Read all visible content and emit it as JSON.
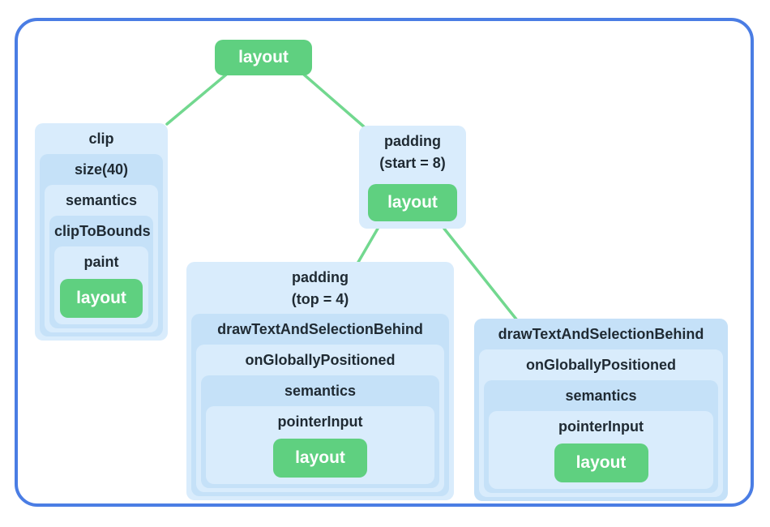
{
  "colors": {
    "frame_blue": "#4a7de4",
    "node_blue_light": "#d9ecfc",
    "node_blue_mid": "#c5e1f8",
    "node_green": "#5fd080",
    "edge_green": "#72d88f",
    "text_dark": "#1f2a33",
    "text_on_green": "#ffffff"
  },
  "root_node": {
    "label": "layout"
  },
  "clip_chain": {
    "levels": [
      "clip",
      "size(40)",
      "semantics",
      "clipToBounds",
      "paint"
    ],
    "leaf": "layout"
  },
  "padding_start_node": {
    "title_line1": "padding",
    "title_line2": "(start = 8)",
    "leaf": "layout"
  },
  "padding_top_chain": {
    "title_line1": "padding",
    "title_line2": "(top = 4)",
    "levels": [
      "drawTextAndSelectionBehind",
      "onGloballyPositioned",
      "semantics",
      "pointerInput"
    ],
    "leaf": "layout"
  },
  "draw_text_chain": {
    "levels": [
      "drawTextAndSelectionBehind",
      "onGloballyPositioned",
      "semantics",
      "pointerInput"
    ],
    "leaf": "layout"
  }
}
